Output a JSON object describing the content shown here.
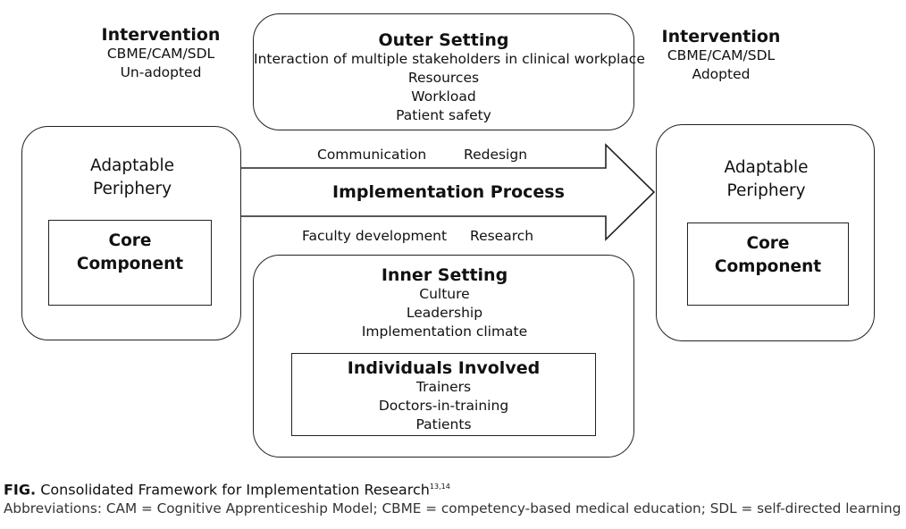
{
  "intervention_left": {
    "title": "Intervention",
    "lines": [
      "CBME/CAM/SDL",
      "Un-adopted"
    ]
  },
  "intervention_right": {
    "title": "Intervention",
    "lines": [
      "CBME/CAM/SDL",
      "Adopted"
    ]
  },
  "outer_setting": {
    "title": "Outer Setting",
    "items": [
      "Interaction of multiple stakeholders in clinical workplace",
      "Resources",
      "Workload",
      "Patient safety"
    ]
  },
  "left_box": {
    "periphery": [
      "Adaptable",
      "Periphery"
    ],
    "core": [
      "Core",
      "Component"
    ]
  },
  "right_box": {
    "periphery": [
      "Adaptable",
      "Periphery"
    ],
    "core": [
      "Core",
      "Component"
    ]
  },
  "process": {
    "label": "Implementation Process",
    "above": [
      "Communication",
      "Redesign"
    ],
    "below": [
      "Faculty development",
      "Research"
    ]
  },
  "inner_setting": {
    "title": "Inner Setting",
    "items": [
      "Culture",
      "Leadership",
      "Implementation climate"
    ]
  },
  "individuals": {
    "title": "Individuals Involved",
    "items": [
      "Trainers",
      "Doctors-in-training",
      "Patients"
    ]
  },
  "caption": {
    "fig_label": "FIG.",
    "title": "Consolidated Framework for Implementation Research",
    "refs": "13,14",
    "abbreviations": "Abbreviations: CAM = Cognitive Apprenticeship Model; CBME = competency-based medical education; SDL = self-directed learning"
  }
}
